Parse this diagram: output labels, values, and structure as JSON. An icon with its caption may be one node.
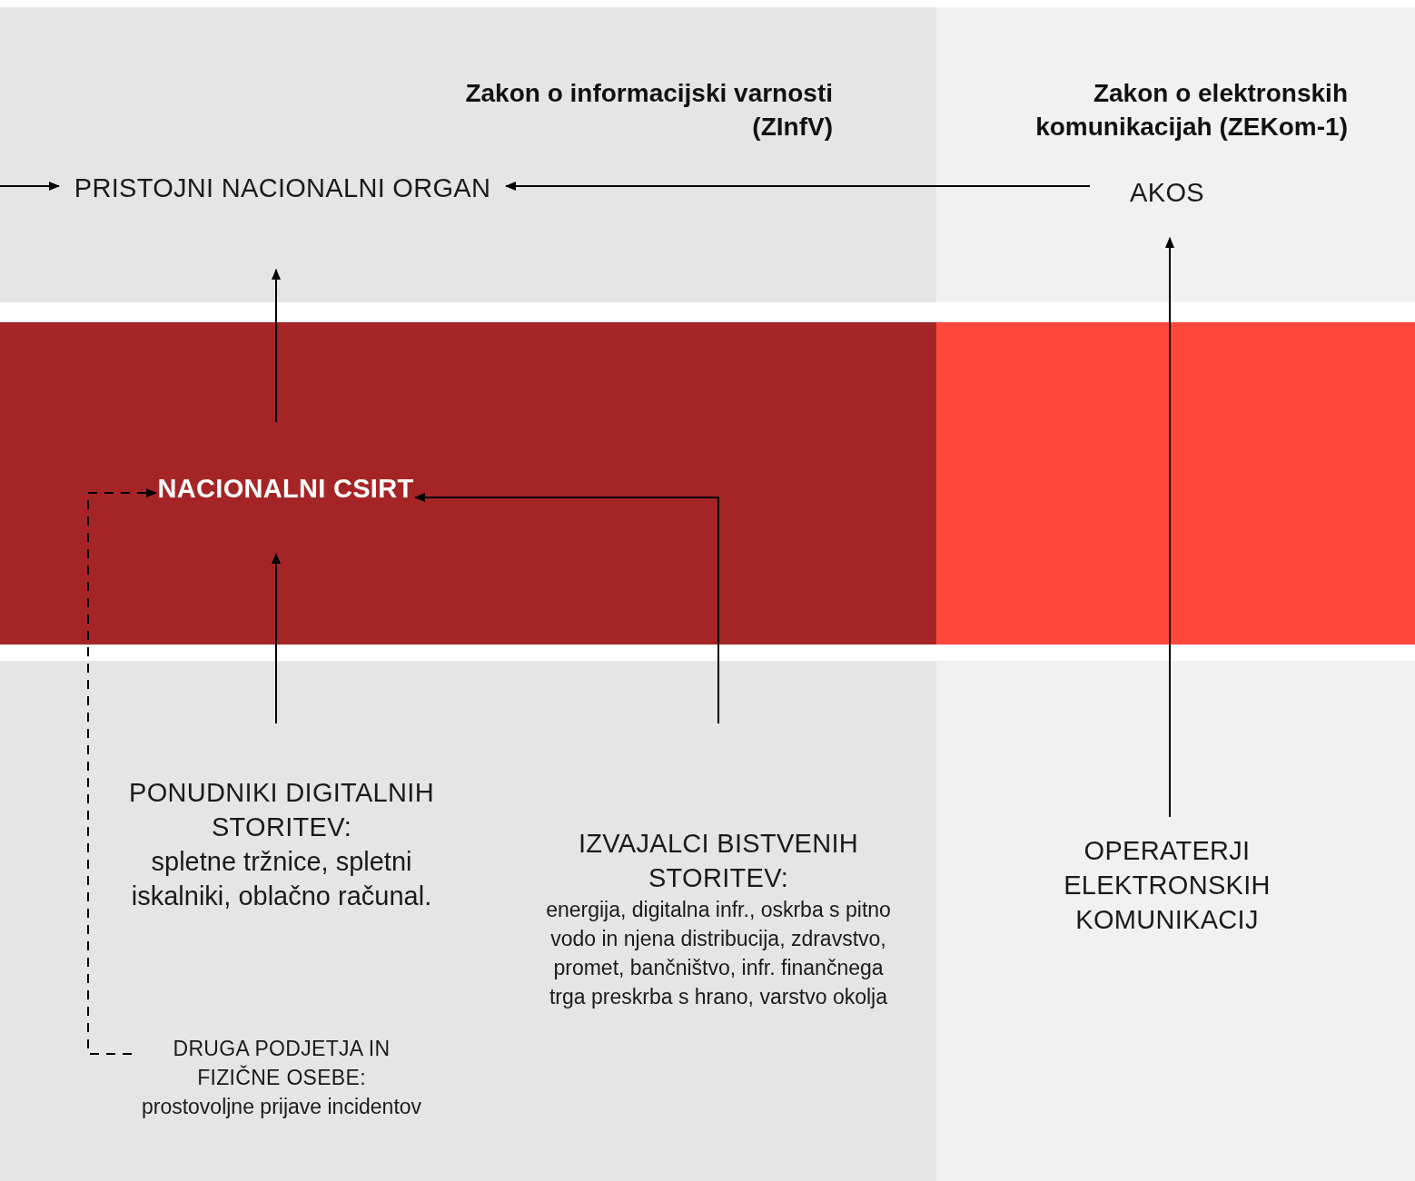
{
  "diagram": {
    "nodes": [
      {
        "text": [
          "PRISTOJNI NACIONALNI ORGAN"
        ]
      },
      {
        "text": [
          "AKOS"
        ]
      },
      {
        "text": [
          "NACIONALNI CSIRT"
        ]
      },
      {
        "text": [
          "PONUDNIKI DIGITALNIH STORITEV:",
          "spletne tržnice, spletni iskalniki, oblačno računal."
        ]
      },
      {
        "text": [
          "IZVAJALCI BISTVENIH STORITEV:",
          "energija, digitalna infr., oskrba s pitno vodo in njena distribucija, zdravstvo, promet, bančništvo, infr. finančnega trga preskrba s hrano, varstvo okolja"
        ]
      },
      {
        "text": [
          "OPERATERJI ELEKTRONSKIH KOMUNIKACIJ"
        ]
      },
      {
        "text": [
          "DRUGA PODJETJA IN FIZIČNE OSEBE:",
          "prostovoljne prijave incidentov"
        ]
      }
    ],
    "edges": [
      {
        "from": null,
        "to": 0,
        "arrow": "to"
      },
      {
        "from": 1,
        "to": 0,
        "arrow": "to"
      },
      {
        "from": 2,
        "to": 0,
        "arrow": "to"
      },
      {
        "from": 3,
        "to": 2,
        "arrow": "to"
      },
      {
        "from": 4,
        "to": 2,
        "arrow": "to"
      },
      {
        "from": 6,
        "to": 2,
        "arrow": "to",
        "style": "dashed"
      },
      {
        "from": 5,
        "to": 1,
        "arrow": "to"
      }
    ],
    "labels": [
      "Zakon o informacijski varnosti (ZInfV)",
      "Zakon o elektronskih komunikacijah (ZEKom-1)"
    ]
  }
}
